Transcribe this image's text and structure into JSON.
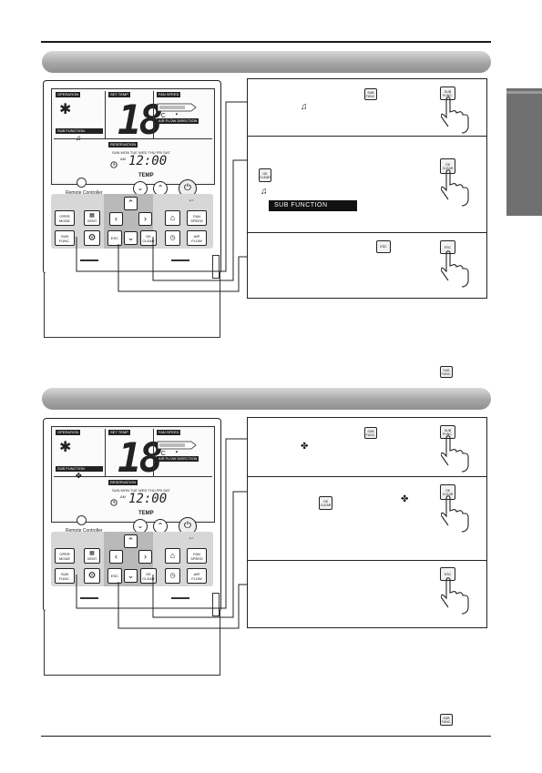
{
  "display": {
    "operation": "OPERATION",
    "set_temp": "SET TEMP",
    "fan_speed": "FAN SPEED",
    "air_flow_direction": "AIR FLOW DIRECTION",
    "sub_function": "SUB FUNCTION",
    "reservation": "RESERVATION",
    "temperature": "18",
    "unit": "°C",
    "days": "SUN MON TUE WED THU FRI SAT",
    "am": "AM",
    "time": "12:00",
    "remote_label": "Remote Controller",
    "temp_label": "TEMP"
  },
  "buttons": {
    "oper_mode": [
      "OPER",
      "MODE"
    ],
    "vent": "VENT",
    "fan_speed": [
      "FAN",
      "SPEED"
    ],
    "sub_func": [
      "SUB",
      "FUNC."
    ],
    "esc": "ESC",
    "ok_clear": [
      "OK",
      "CLEAR"
    ],
    "air_flow": [
      "AIR",
      "FLOW"
    ]
  },
  "section1": {
    "subfn_banner": "SUB FUNCTION",
    "footer_key": [
      "SUB",
      "FUNC."
    ]
  },
  "section2": {
    "footer_key": [
      "SUB",
      "FUNC."
    ]
  },
  "colors": {
    "section_bar": "#a6a6a6",
    "side_tab": "#6f6f6f",
    "banner": "#111111"
  }
}
